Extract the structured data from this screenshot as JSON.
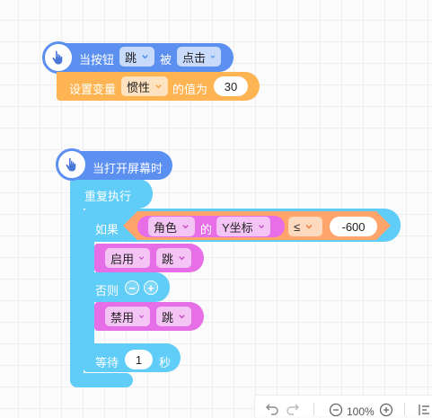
{
  "colors": {
    "event_blue": "#5b8ff0",
    "variable_orange": "#ffb454",
    "control_cyan": "#5fcdf7",
    "logic_orange": "#ffa46b",
    "sprite_magenta": "#e66ee6",
    "dropdown_magenta_bg": "#f4c4f4",
    "dropdown_blue_bg": "#c9dbfb",
    "dropdown_orange_bg": "#ffe2bf",
    "chevron": "#4a8df0"
  },
  "script1": {
    "hat": {
      "icon": "pointer-hand-icon",
      "label_prefix": "当按钮",
      "button_value": "跳",
      "label_mid": "被",
      "event_value": "点击"
    },
    "set_var": {
      "label_prefix": "设置变量",
      "var_value": "惯性",
      "label_mid": "的值为",
      "value": "30"
    }
  },
  "script2": {
    "hat": {
      "icon": "pointer-hand-icon",
      "label": "当打开屏幕时"
    },
    "repeat": {
      "label": "重复执行"
    },
    "if_block": {
      "if_label": "如果",
      "object_value": "角色",
      "of_label": "的",
      "property_value": "Y坐标",
      "operator_value": "≤",
      "compare_value": "-600",
      "else_label": "否则",
      "minus_label": "−",
      "plus_label": "+"
    },
    "enable": {
      "action_value": "启用",
      "target_value": "跳"
    },
    "disable": {
      "action_value": "禁用",
      "target_value": "跳"
    },
    "wait": {
      "label": "等待",
      "value": "1",
      "unit": "秒"
    }
  },
  "toolbar": {
    "undo_icon": "undo-icon",
    "redo_icon": "redo-icon",
    "zoom_out_icon": "zoom-out-icon",
    "zoom_level": "100%",
    "zoom_in_icon": "zoom-in-icon",
    "format_icon": "align-icon"
  }
}
